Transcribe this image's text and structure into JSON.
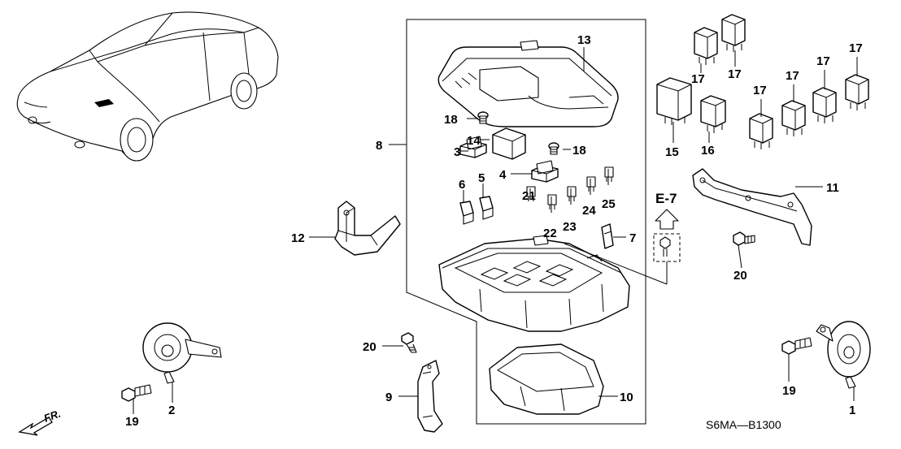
{
  "diagram": {
    "code": "S6MA—B1300",
    "front_marker": "FR.",
    "ref_label": "E-7",
    "callouts": [
      {
        "id": "c1",
        "text": "1"
      },
      {
        "id": "c2",
        "text": "2"
      },
      {
        "id": "c3",
        "text": "3"
      },
      {
        "id": "c4",
        "text": "4"
      },
      {
        "id": "c5",
        "text": "5"
      },
      {
        "id": "c6",
        "text": "6"
      },
      {
        "id": "c7",
        "text": "7"
      },
      {
        "id": "c8",
        "text": "8"
      },
      {
        "id": "c9",
        "text": "9"
      },
      {
        "id": "c10",
        "text": "10"
      },
      {
        "id": "c11",
        "text": "11"
      },
      {
        "id": "c12",
        "text": "12"
      },
      {
        "id": "c13",
        "text": "13"
      },
      {
        "id": "c14",
        "text": "14"
      },
      {
        "id": "c15",
        "text": "15"
      },
      {
        "id": "c16",
        "text": "16"
      },
      {
        "id": "c17a",
        "text": "17"
      },
      {
        "id": "c17b",
        "text": "17"
      },
      {
        "id": "c17c",
        "text": "17"
      },
      {
        "id": "c17d",
        "text": "17"
      },
      {
        "id": "c17e",
        "text": "17"
      },
      {
        "id": "c17f",
        "text": "17"
      },
      {
        "id": "c18a",
        "text": "18"
      },
      {
        "id": "c18b",
        "text": "18"
      },
      {
        "id": "c19a",
        "text": "19"
      },
      {
        "id": "c19b",
        "text": "19"
      },
      {
        "id": "c20a",
        "text": "20"
      },
      {
        "id": "c20b",
        "text": "20"
      },
      {
        "id": "c21",
        "text": "21"
      },
      {
        "id": "c22",
        "text": "22"
      },
      {
        "id": "c23",
        "text": "23"
      },
      {
        "id": "c24",
        "text": "24"
      },
      {
        "id": "c25",
        "text": "25"
      }
    ]
  }
}
